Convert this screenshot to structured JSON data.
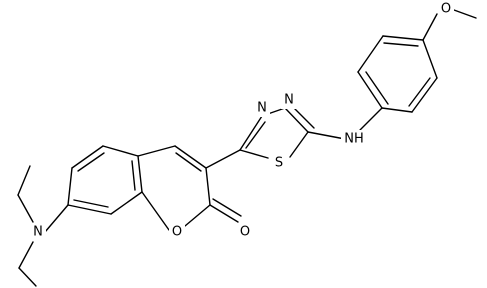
{
  "atoms": {
    "n_diethyl": "N",
    "o_ring": "O",
    "o_carbonyl": "O",
    "s_thiadiazole": "S",
    "n_thiadiazole_a": "N",
    "n_thiadiazole_b": "N",
    "nh_amine": "NH",
    "o_methoxy": "O"
  }
}
